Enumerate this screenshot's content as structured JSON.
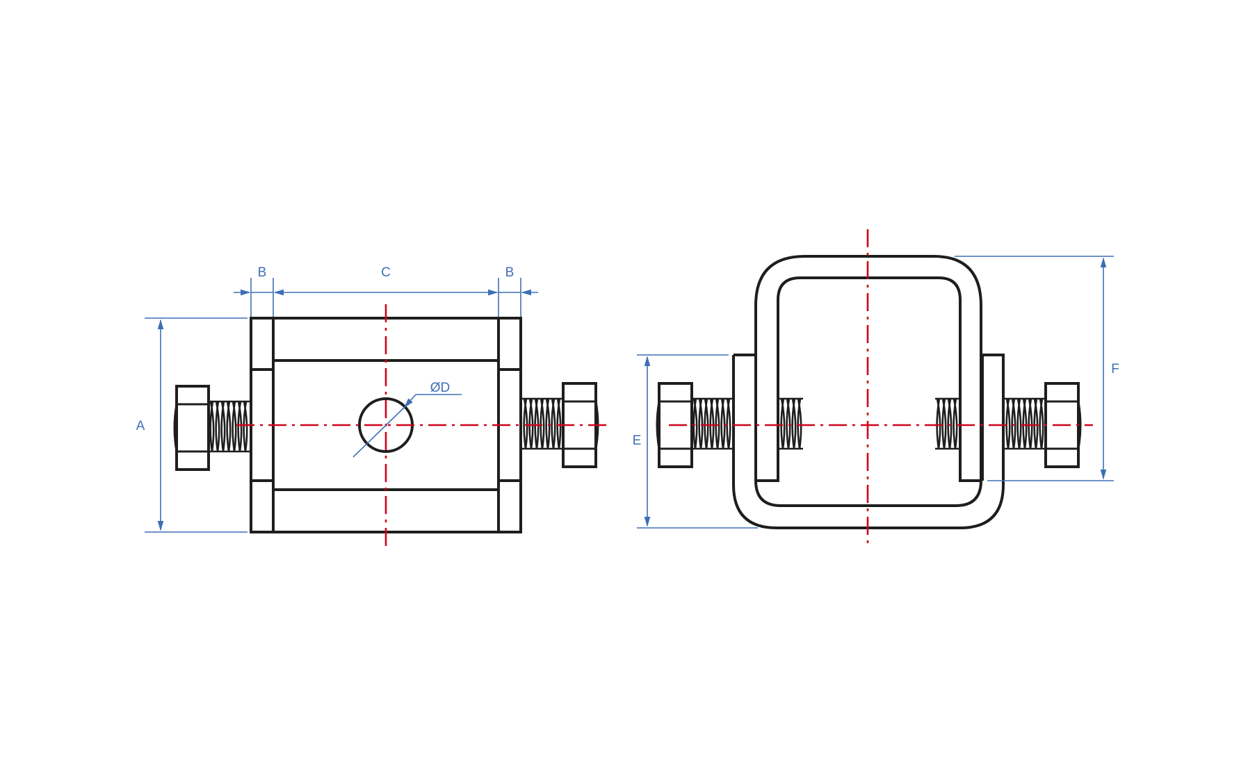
{
  "colors": {
    "outline": "#1e1e1e",
    "centerline": "#d0021b",
    "dimension": "#3d6fb6",
    "background": "#ffffff"
  },
  "front_view": {
    "dimensions": {
      "a": "A",
      "b_left": "B",
      "c": "C",
      "b_right": "B",
      "d": "ØD"
    }
  },
  "side_view": {
    "dimensions": {
      "e": "E",
      "f": "F"
    }
  }
}
